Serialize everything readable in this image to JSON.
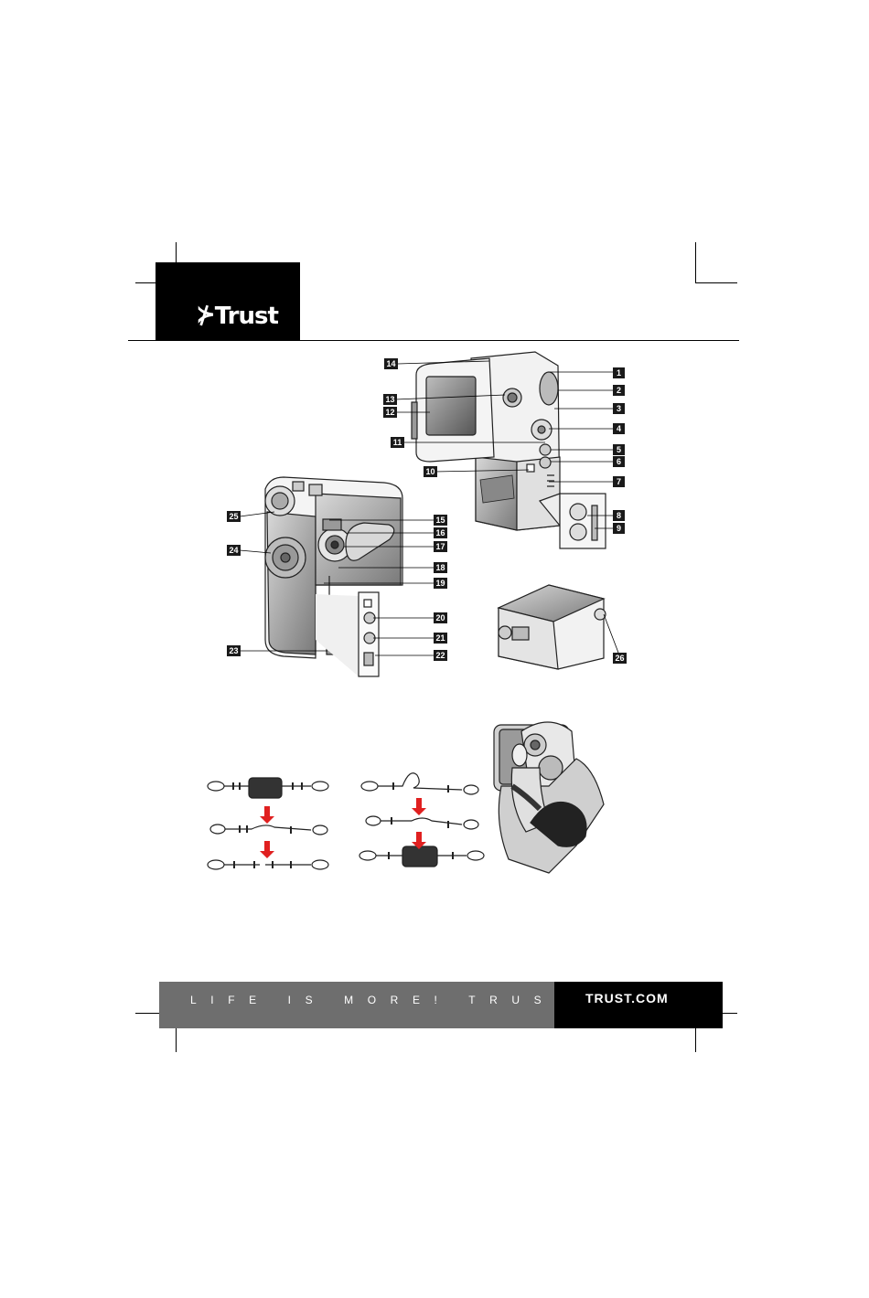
{
  "brand": {
    "logo_text": "Trust",
    "logo_mark": "trust-logo-mark"
  },
  "callouts": [
    "1",
    "2",
    "3",
    "4",
    "5",
    "6",
    "7",
    "8",
    "9",
    "10",
    "11",
    "12",
    "13",
    "14",
    "15",
    "16",
    "17",
    "18",
    "19",
    "20",
    "21",
    "22",
    "23",
    "24",
    "25",
    "26"
  ],
  "footer": {
    "slogan": "LIFE IS MORE! TRUST US",
    "url": "TRUST.COM",
    "colors": {
      "slogan_bg": "#6e6e6e",
      "url_bg": "#000000",
      "text": "#ffffff"
    }
  },
  "illustration": {
    "arrow_color": "#e02020",
    "callout_bg": "#1a1a1a"
  }
}
